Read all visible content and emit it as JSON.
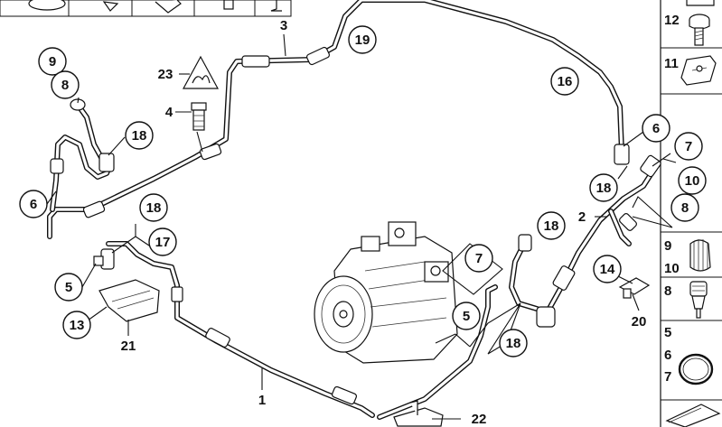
{
  "callouts": [
    {
      "id": "c3",
      "text": "3"
    },
    {
      "id": "c19",
      "text": "19"
    },
    {
      "id": "c16",
      "text": "16"
    },
    {
      "id": "c9",
      "text": "9"
    },
    {
      "id": "c8a",
      "text": "8"
    },
    {
      "id": "c23",
      "text": "23"
    },
    {
      "id": "c4",
      "text": "4"
    },
    {
      "id": "c18a",
      "text": "18"
    },
    {
      "id": "c6a",
      "text": "6"
    },
    {
      "id": "c18b",
      "text": "18"
    },
    {
      "id": "c17",
      "text": "17"
    },
    {
      "id": "c5a",
      "text": "5"
    },
    {
      "id": "c13",
      "text": "13"
    },
    {
      "id": "c21",
      "text": "21"
    },
    {
      "id": "c1",
      "text": "1"
    },
    {
      "id": "c22",
      "text": "22"
    },
    {
      "id": "c6b",
      "text": "6"
    },
    {
      "id": "c7a",
      "text": "7"
    },
    {
      "id": "c18c",
      "text": "18"
    },
    {
      "id": "c10a",
      "text": "10"
    },
    {
      "id": "c2",
      "text": "2"
    },
    {
      "id": "c8b",
      "text": "8"
    },
    {
      "id": "c18d",
      "text": "18"
    },
    {
      "id": "c7b",
      "text": "7"
    },
    {
      "id": "c14",
      "text": "14"
    },
    {
      "id": "c20",
      "text": "20"
    },
    {
      "id": "c5b",
      "text": "5"
    },
    {
      "id": "c18e",
      "text": "18"
    }
  ],
  "legend": {
    "l12": "12",
    "l11": "11",
    "l9": "9",
    "l10": "10",
    "l8": "8",
    "l5": "5",
    "l6": "6",
    "l7": "7"
  },
  "icons": [
    "warning-triangle-icon",
    "compressor-icon",
    "bolt-icon",
    "clip-nut-icon",
    "valve-cap-icon",
    "valve-core-icon",
    "o-ring-icon",
    "tape-icon"
  ]
}
